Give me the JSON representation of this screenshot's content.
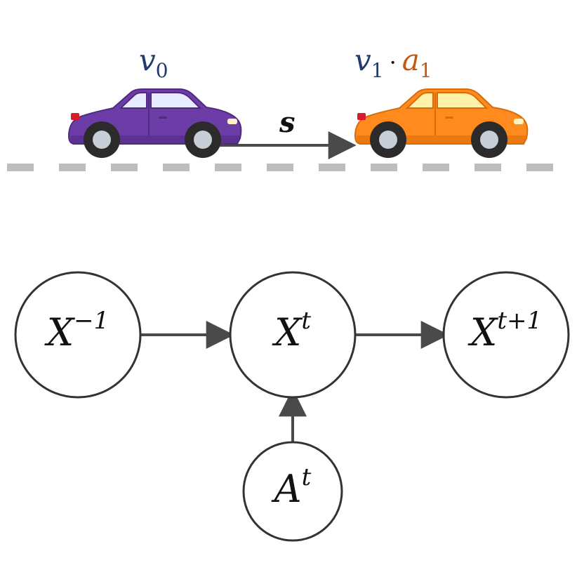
{
  "colors": {
    "background": "#ffffff",
    "dark_blue": "#233a6b",
    "dark_orange": "#c25a15",
    "ink": "#111111",
    "arrow": "#4a4a4a",
    "road_dash": "#bdbdbd",
    "node_stroke": "#333333",
    "node_fill": "#ffffff",
    "car_purple": "#6c3da6",
    "car_purple_dark": "#4f2a82",
    "car_orange": "#ff8a1e",
    "car_orange_dark": "#d96b0a",
    "tire": "#2b2b2b",
    "rim": "#c7ced6",
    "window_purple": "#e7ebff",
    "window_orange": "#fff2a8",
    "headlight": "#fff3c4",
    "taillight": "#d71b2a"
  },
  "top_scene": {
    "left_car_label": {
      "var": "v",
      "sub": "0"
    },
    "right_car_label": {
      "v_var": "v",
      "v_sub": "1",
      "dot": "·",
      "a_var": "a",
      "a_sub": "1"
    },
    "distance_label": "s"
  },
  "graph": {
    "nodes": {
      "x_prev": {
        "base": "X",
        "sup": "−1"
      },
      "x_t": {
        "base": "X",
        "sup": "t"
      },
      "x_next": {
        "base": "X",
        "sup": "t+1"
      },
      "a_t": {
        "base": "A",
        "sup": "t"
      }
    }
  }
}
